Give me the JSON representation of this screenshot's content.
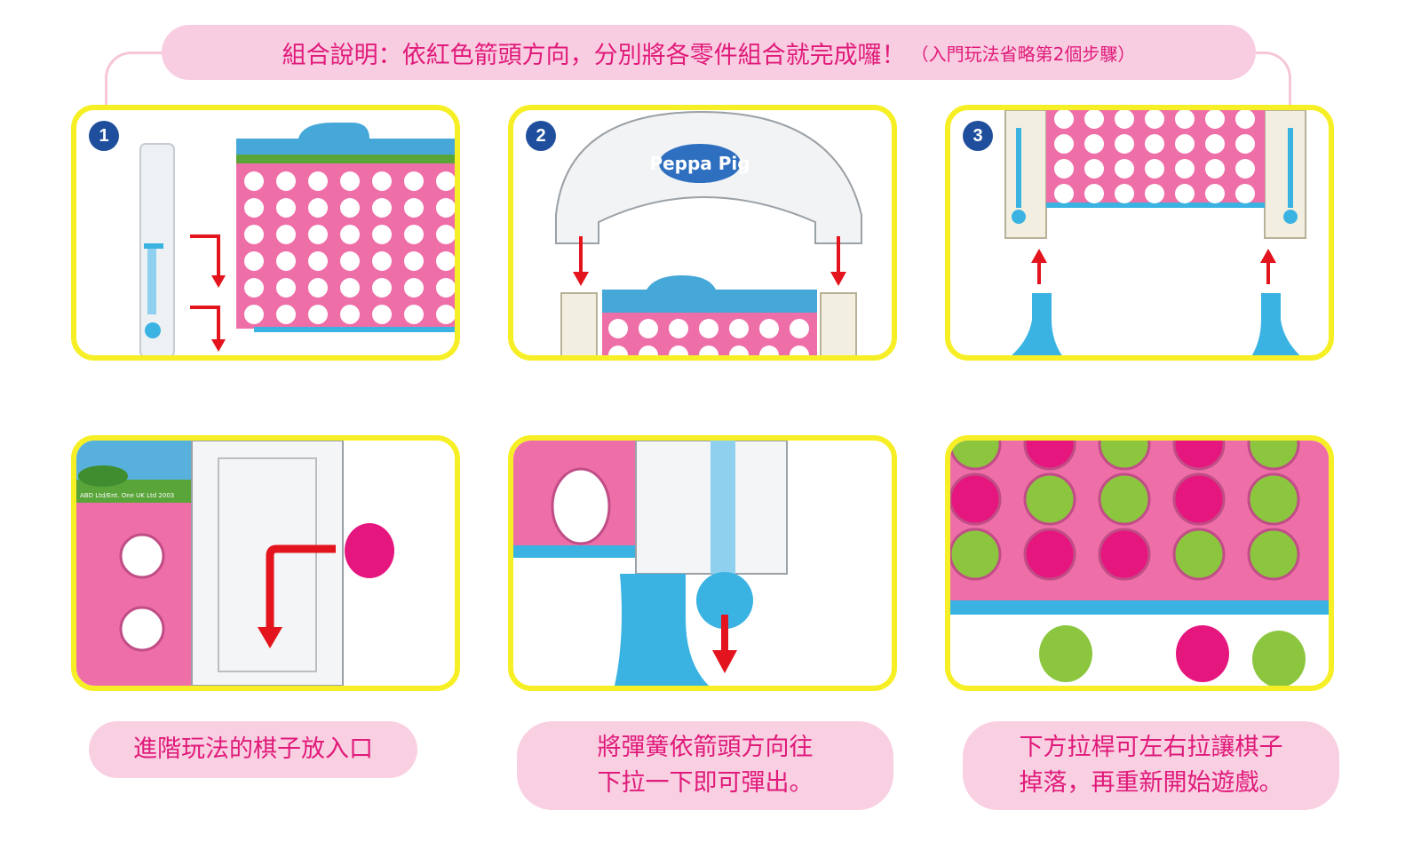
{
  "header": {
    "title": "組合說明：依紅色箭頭方向，分別將各零件組合就完成囉！",
    "note": "（入門玩法省略第2個步驟）"
  },
  "steps": [
    {
      "number": "1"
    },
    {
      "number": "2",
      "logo": "Peppa Pig"
    },
    {
      "number": "3"
    }
  ],
  "detail": {
    "copyright": "ABD Ltd/Ent. One UK Ltd 2003"
  },
  "captions": [
    {
      "line1": "進階玩法的棋子放入口"
    },
    {
      "line1": "將彈簧依箭頭方向往",
      "line2": "下拉一下即可彈出。"
    },
    {
      "line1": "下方拉桿可左右拉讓棋子",
      "line2": "掉落，再重新開始遊戲。"
    }
  ],
  "colors": {
    "accent_pink": "#e01a7a",
    "pill_pink": "#f9cde1",
    "frame_yellow": "#f7ef25",
    "board_pink": "#ee6ea8",
    "badge_blue": "#1f4f9c",
    "arrow_red": "#e3141d",
    "stand_blue": "#3ab3e3",
    "disc_green": "#9fd23b",
    "disc_magenta": "#e6167f"
  }
}
